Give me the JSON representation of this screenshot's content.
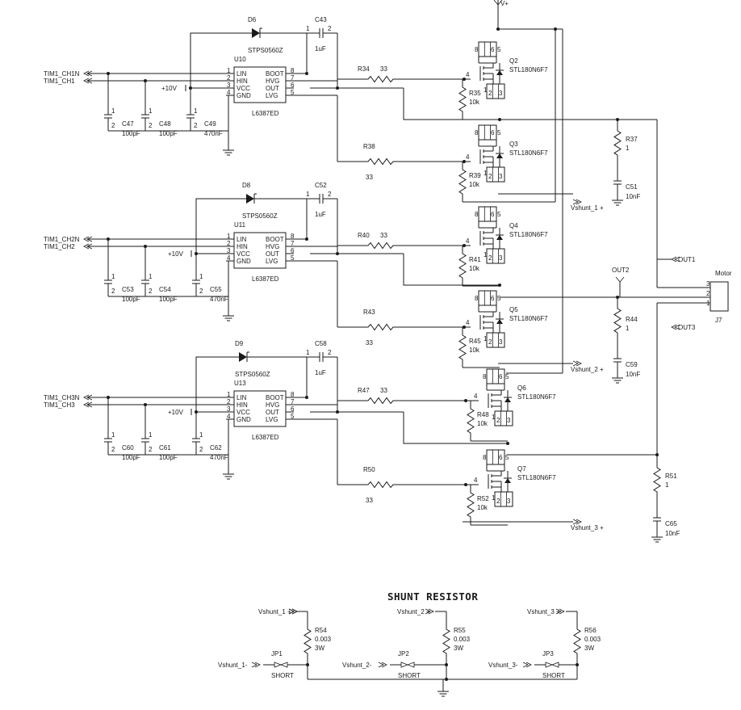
{
  "diagram": {
    "drivers": [
      {
        "u": "U10",
        "part": "L6387ED",
        "diode": "D6",
        "diode_part": "STPS0560Z",
        "cap": "C43",
        "cap_val": "1uF",
        "in_lin": "TIM1_CH1N",
        "in_hin": "TIM1_CH1",
        "caps": [
          {
            "ref": "C47",
            "val": "100pF"
          },
          {
            "ref": "C48",
            "val": "100pF"
          },
          {
            "ref": "C49",
            "val": "470nF"
          }
        ]
      },
      {
        "u": "U11",
        "part": "L6387ED",
        "diode": "D8",
        "diode_part": "STPS0560Z",
        "cap": "C52",
        "cap_val": "1uF",
        "in_lin": "TIM1_CH2N",
        "in_hin": "TIM1_CH2",
        "caps": [
          {
            "ref": "C53",
            "val": "100pF"
          },
          {
            "ref": "C54",
            "val": "100pF"
          },
          {
            "ref": "C55",
            "val": "470nF"
          }
        ]
      },
      {
        "u": "U13",
        "part": "L6387ED",
        "diode": "D9",
        "diode_part": "STPS0560Z",
        "cap": "C58",
        "cap_val": "1uF",
        "in_lin": "TIM1_CH3N",
        "in_hin": "TIM1_CH3",
        "caps": [
          {
            "ref": "C60",
            "val": "100pF"
          },
          {
            "ref": "C61",
            "val": "100pF"
          },
          {
            "ref": "C62",
            "val": "470nF"
          }
        ]
      }
    ],
    "pins_left": [
      "LIN",
      "HIN",
      "VCC",
      "GND"
    ],
    "pins_right": [
      "BOOT",
      "HVG",
      "OUT",
      "LVG"
    ],
    "pin_nums_left": [
      "1",
      "2",
      "3",
      "4"
    ],
    "pin_nums_right": [
      "8",
      "7",
      "6",
      "5"
    ],
    "supply": "+10V",
    "gate_resistors": [
      {
        "ref": "R34",
        "val": "33"
      },
      {
        "ref": "R38",
        "val": "33"
      },
      {
        "ref": "R40",
        "val": "33"
      },
      {
        "ref": "R43",
        "val": "33"
      },
      {
        "ref": "R47",
        "val": "33"
      },
      {
        "ref": "R50",
        "val": "33"
      }
    ],
    "pulldowns": [
      {
        "ref": "R35",
        "val": "10k"
      },
      {
        "ref": "R39",
        "val": "10k"
      },
      {
        "ref": "R41",
        "val": "10k"
      },
      {
        "ref": "R45",
        "val": "10k"
      },
      {
        "ref": "R48",
        "val": "10k"
      },
      {
        "ref": "R52",
        "val": "10k"
      }
    ],
    "mosfets": [
      {
        "ref": "Q2",
        "part": "STL180N6F7"
      },
      {
        "ref": "Q3",
        "part": "STL180N6F7"
      },
      {
        "ref": "Q4",
        "part": "STL180N6F7"
      },
      {
        "ref": "Q5",
        "part": "STL180N6F7"
      },
      {
        "ref": "Q6",
        "part": "STL180N6F7"
      },
      {
        "ref": "Q7",
        "part": "STL180N6F7"
      }
    ],
    "snubbers": [
      {
        "r": "R37",
        "rv": "1",
        "c": "C51",
        "cv": "10nF"
      },
      {
        "r": "R44",
        "rv": "1",
        "c": "C59",
        "cv": "10nF"
      },
      {
        "r": "R51",
        "rv": "1",
        "c": "C65",
        "cv": "10nF"
      }
    ],
    "outputs": [
      "OUT1",
      "OUT2",
      "OUT3"
    ],
    "motor": {
      "label": "Motor",
      "ref": "J7",
      "pins": [
        "3",
        "2",
        "1"
      ]
    },
    "vbus": "V+",
    "vshunt_plus": [
      "Vshunt_1 +",
      "Vshunt_2 +",
      "Vshunt_3 +"
    ],
    "shunt": {
      "title": "SHUNT RESISTOR",
      "items": [
        {
          "plus": "Vshunt_1 +",
          "minus": "Vshunt_1-",
          "r": "R54",
          "rv": "0.003",
          "rw": "3W",
          "jp": "JP1",
          "jpv": "SHORT"
        },
        {
          "plus": "Vshunt_2 +",
          "minus": "Vshunt_2-",
          "r": "R55",
          "rv": "0.003",
          "rw": "3W",
          "jp": "JP2",
          "jpv": "SHORT"
        },
        {
          "plus": "Vshunt_3 +",
          "minus": "Vshunt_3-",
          "r": "R56",
          "rv": "0.003",
          "rw": "3W",
          "jp": "JP3",
          "jpv": "SHORT"
        }
      ]
    },
    "pin_nums": {
      "one": "1",
      "two": "2",
      "three": "3",
      "four": "4",
      "five": "5",
      "six": "6",
      "seven": "7",
      "eight": "8"
    }
  }
}
